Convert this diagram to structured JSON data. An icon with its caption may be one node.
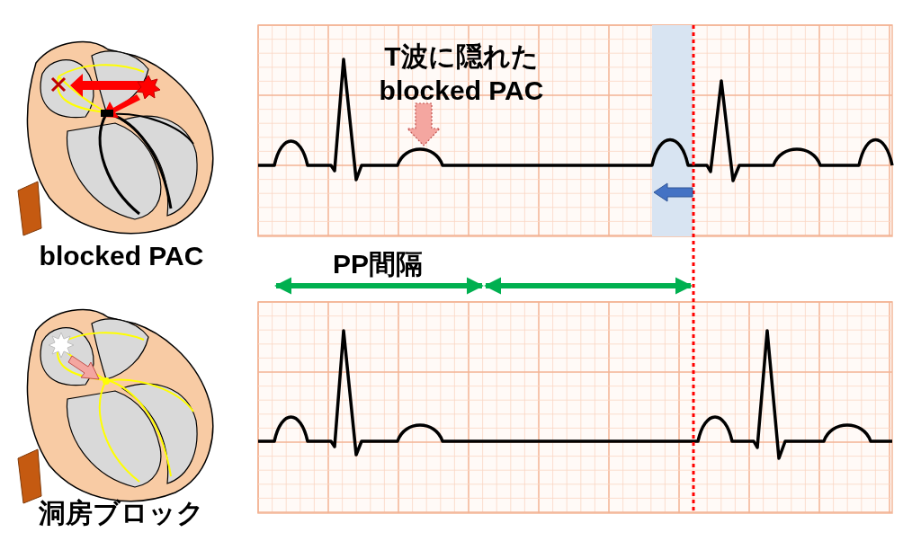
{
  "diagram": {
    "labels": [
      "T波に隠れた blocked PAC",
      "blocked PAC",
      "PP間隔",
      "洞房ブロック"
    ]
  }
}
